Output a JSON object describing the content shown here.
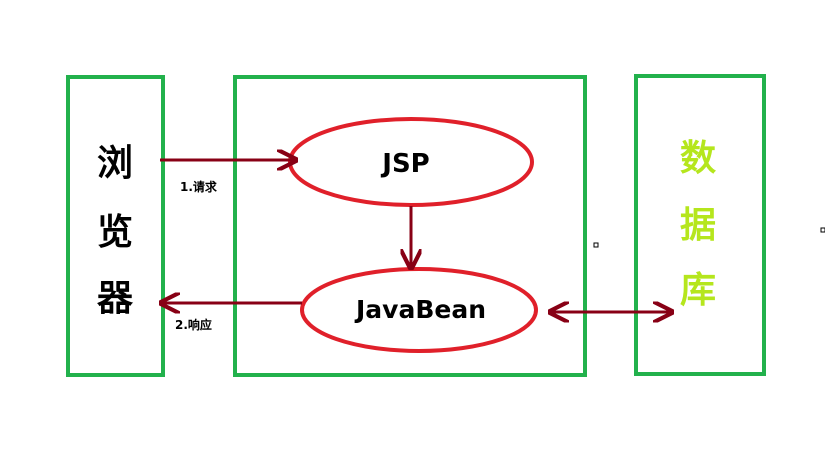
{
  "browser": {
    "chars": [
      "浏",
      "览",
      "器"
    ]
  },
  "server": {
    "jsp_label": "JSP",
    "bean_label": "JavaBean"
  },
  "database": {
    "chars": [
      "数",
      "据",
      "库"
    ]
  },
  "arrows": {
    "request_label": "1.请求",
    "response_label": "2.响应"
  },
  "colors": {
    "box_border": "#22b14c",
    "ellipse_border": "#e0202a",
    "arrow": "#880015",
    "db_text": "#b5e61d",
    "browser_text": "#000000"
  }
}
